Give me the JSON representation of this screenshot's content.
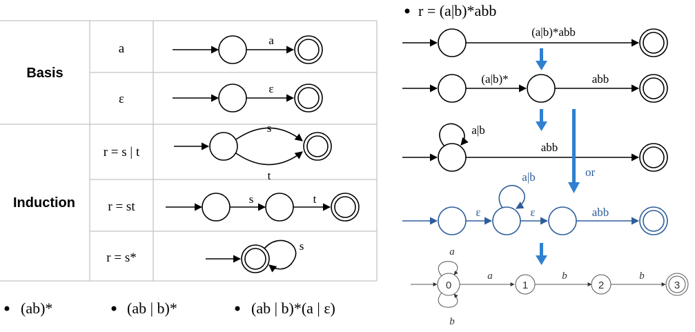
{
  "table": {
    "sections": [
      {
        "label": "Basis"
      },
      {
        "label": "Induction"
      }
    ],
    "cases": [
      "a",
      "ε",
      "r = s | t",
      "r = st",
      "r = s*"
    ],
    "edge_labels": {
      "basis_a": "a",
      "basis_eps": "ε",
      "union_top": "s",
      "union_bottom": "t",
      "concat_first": "s",
      "concat_second": "t",
      "star_loop": "s"
    }
  },
  "examples": [
    {
      "text": "(ab)*"
    },
    {
      "text": "(ab | b)*"
    },
    {
      "text": "(ab | b)*(a | ε)"
    }
  ],
  "right": {
    "regex_bullet": "r = (a|b)*abb",
    "step1": {
      "edge": "(a|b)*abb"
    },
    "step2": {
      "edge1": "(a|b)*",
      "edge2": "abb"
    },
    "step3": {
      "loop": "a|b",
      "edge": "abb"
    },
    "or_label": "or",
    "step4": {
      "loop": "a|b",
      "eps1": "ε",
      "eps2": "ε",
      "edge": "abb"
    },
    "dfa": {
      "states": [
        "0",
        "1",
        "2",
        "3"
      ],
      "loop_top": "a",
      "loop_bottom": "b",
      "edges": [
        "a",
        "b",
        "b"
      ]
    }
  },
  "colors": {
    "black": "#000000",
    "blue_arrow": "#2f80d0",
    "blue_nfa": "#2e5d9a",
    "grid": "#c4c4c4",
    "dfa": "#555555"
  }
}
